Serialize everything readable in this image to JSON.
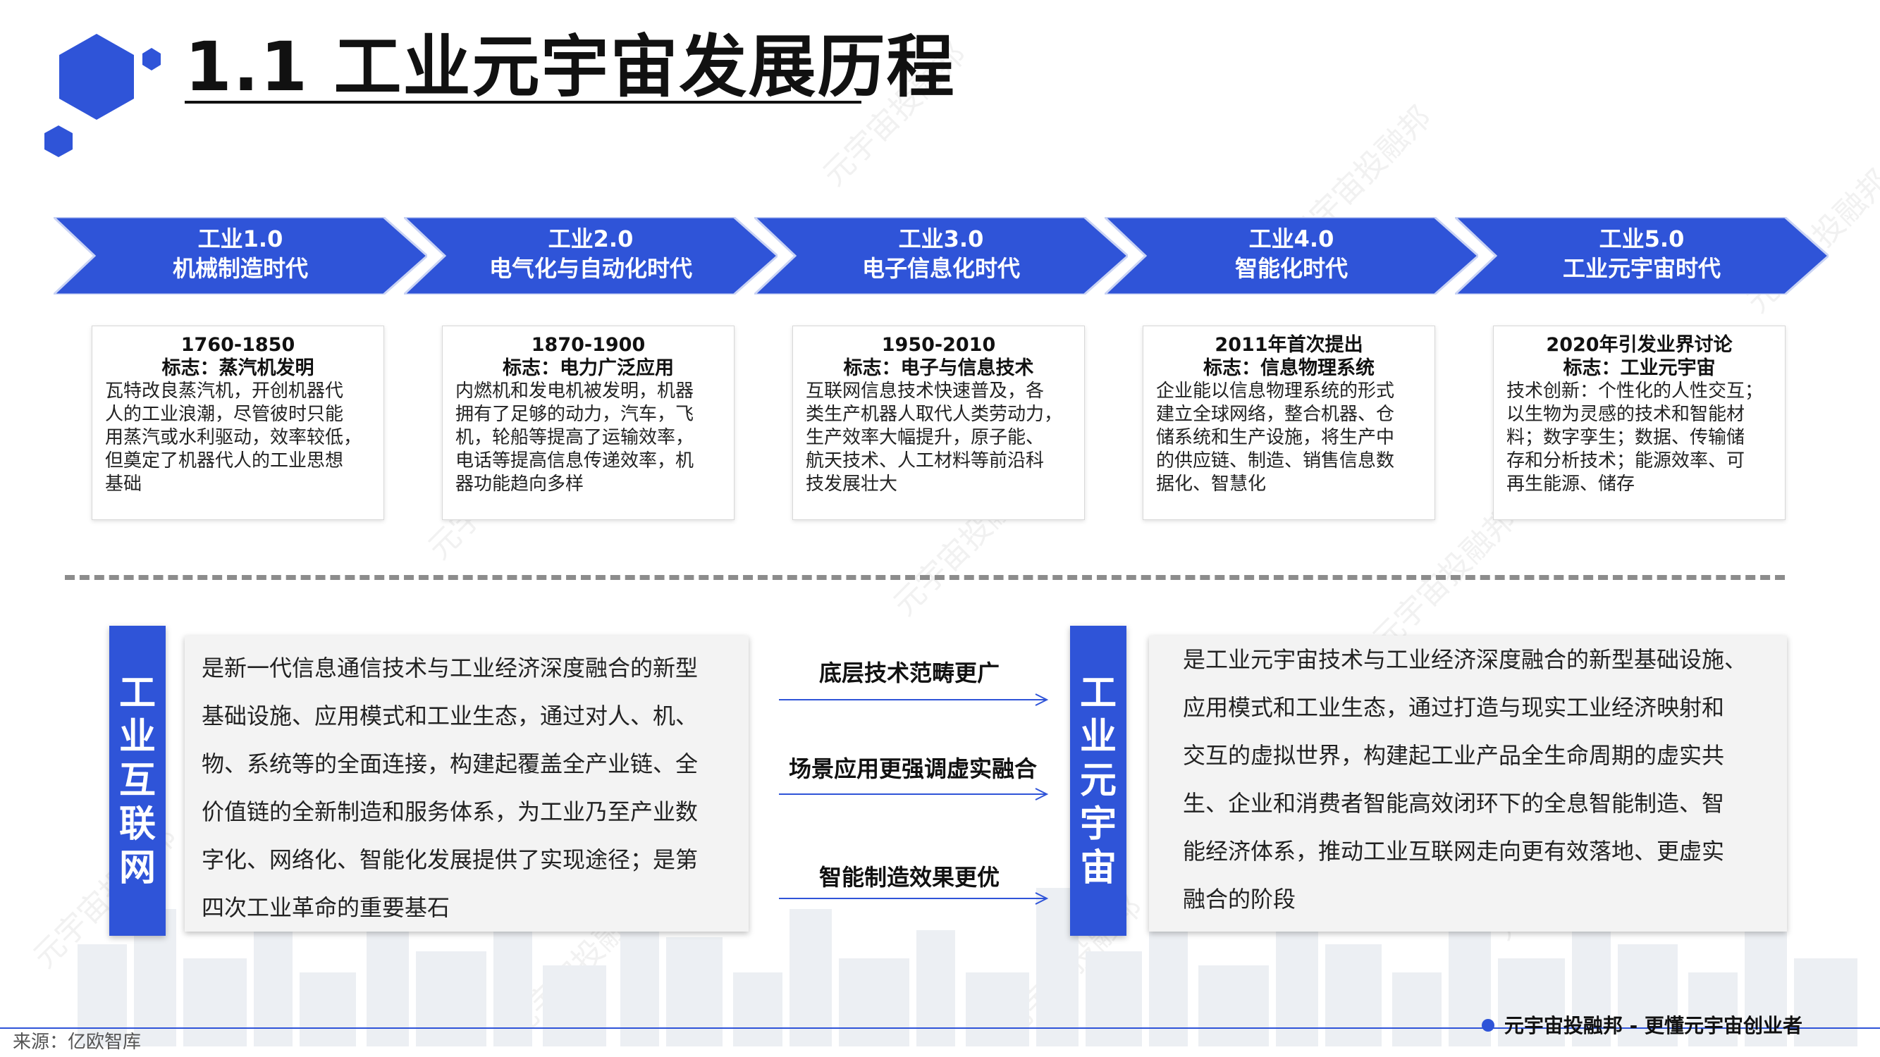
{
  "header": {
    "title": "1.1 工业元宇宙发展历程"
  },
  "colors": {
    "primary_blue": "#2f54d8",
    "card_border": "#d8d8d8",
    "box_bg": "#f3f3f3"
  },
  "eras": [
    {
      "name": "工业1.0",
      "subtitle": "机械制造时代",
      "period": "1760-1850",
      "mark": "标志：蒸汽机发明",
      "desc": [
        "瓦特改良蒸汽机，开创机器代",
        "人的工业浪潮，尽管彼时只能",
        "用蒸汽或水利驱动，效率较低，",
        "但奠定了机器代人的工业思想",
        "基础"
      ]
    },
    {
      "name": "工业2.0",
      "subtitle": "电气化与自动化时代",
      "period": "1870-1900",
      "mark": "标志：电力广泛应用",
      "desc": [
        "内燃机和发电机被发明，机器",
        "拥有了足够的动力，汽车，飞",
        "机，轮船等提高了运输效率，",
        "电话等提高信息传递效率，机",
        "器功能趋向多样"
      ]
    },
    {
      "name": "工业3.0",
      "subtitle": "电子信息化时代",
      "period": "1950-2010",
      "mark": "标志：电子与信息技术",
      "desc": [
        "互联网信息技术快速普及，各",
        "类生产机器人取代人类劳动力，",
        "生产效率大幅提升，原子能、",
        "航天技术、人工材料等前沿科",
        "技发展壮大"
      ]
    },
    {
      "name": "工业4.0",
      "subtitle": "智能化时代",
      "period": "2011年首次提出",
      "mark": "标志：信息物理系统",
      "desc": [
        "企业能以信息物理系统的形式",
        "建立全球网络，整合机器、仓",
        "储系统和生产设施，将生产中",
        "的供应链、制造、销售信息数",
        "据化、智慧化"
      ]
    },
    {
      "name": "工业5.0",
      "subtitle": "工业元宇宙时代",
      "period": "2020年引发业界讨论",
      "mark": "标志：工业元宇宙",
      "desc": [
        "技术创新：个性化的人性交互；",
        "以生物为灵感的技术和智能材",
        "料；数字孪生；数据、传输储",
        "存和分析技术；能源效率、可",
        "再生能源、储存"
      ]
    }
  ],
  "left_label": [
    "工",
    "业",
    "互",
    "联",
    "网"
  ],
  "left_text": [
    "是新一代信息通信技术与工业经济深度融合的新型",
    "基础设施、应用模式和工业生态，通过对人、机、",
    "物、系统等的全面连接，构建起覆盖全产业链、全",
    "价值链的全新制造和服务体系，为工业乃至产业数",
    "字化、网络化、智能化发展提供了实现途径；是第",
    "四次工业革命的重要基石"
  ],
  "arrows": [
    "底层技术范畴更广",
    "场景应用更强调虚实融合",
    "智能制造效果更优"
  ],
  "right_label": [
    "工",
    "业",
    "元",
    "宇",
    "宙"
  ],
  "right_text": [
    "是工业元宇宙技术与工业经济深度融合的新型基础设施、",
    "应用模式和工业生态，通过打造与现实工业经济映射和",
    "交互的虚拟世界，构建起工业产品全生命周期的虚实共",
    "生、企业和消费者智能高效闭环下的全息智能制造、智",
    "能经济体系，推动工业互联网走向更有效落地、更虚实",
    "融合的阶段"
  ],
  "footer": {
    "source": "来源：亿欧智库",
    "brand": "元宇宙投融邦 - 更懂元宇宙创业者"
  }
}
